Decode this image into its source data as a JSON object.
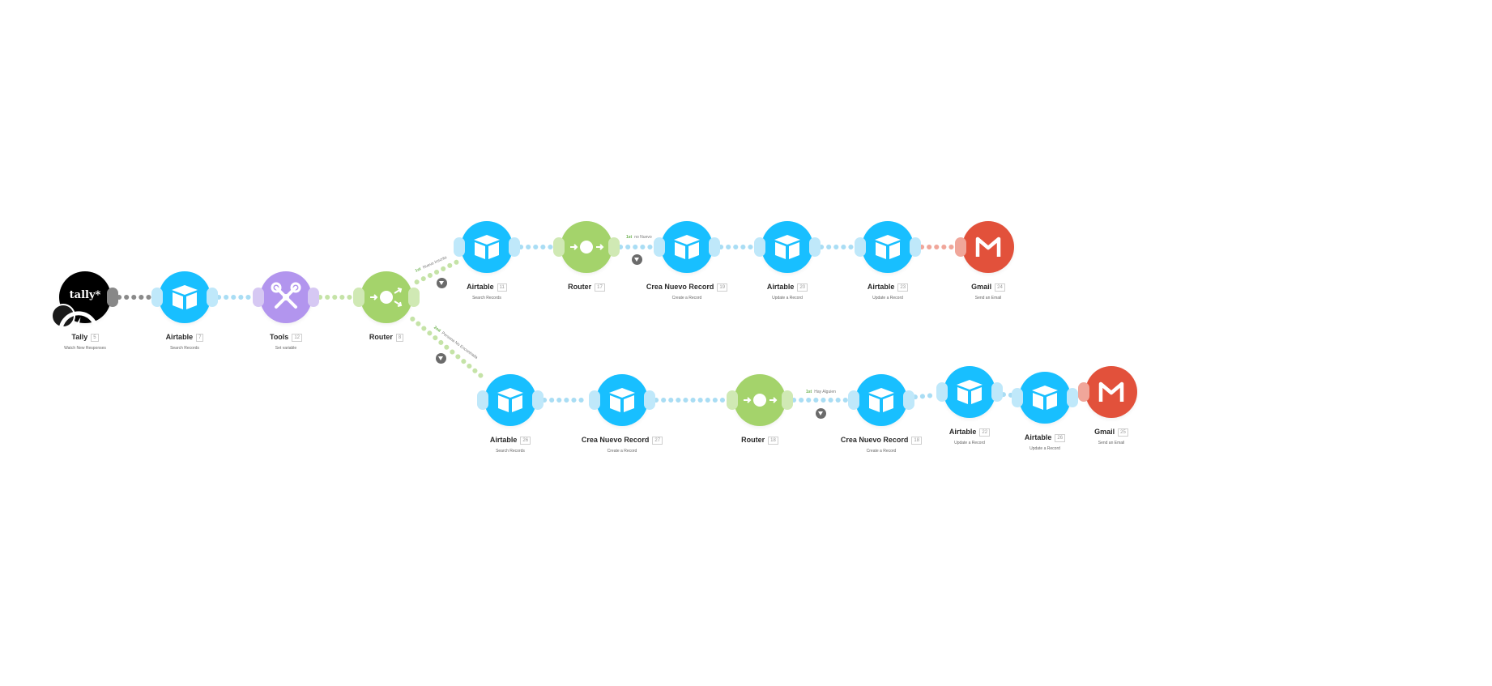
{
  "colors": {
    "airtable": "#18bfff",
    "tools": "#b295ee",
    "router": "#a4d36b",
    "gmail": "#e2513b",
    "tally": "#000000",
    "connector_blue": "#a9ddf4",
    "connector_green": "#c5e3a7",
    "connector_gray": "#8a8a8a",
    "connector_red": "#f0a69a"
  },
  "modules": [
    {
      "id": "tally",
      "app": "Tally",
      "num": "5",
      "desc": "Watch New Responses",
      "icon": "tally-logo",
      "kind": "tally"
    },
    {
      "id": "air7",
      "app": "Airtable",
      "num": "7",
      "desc": "Search Records",
      "icon": "airtable-icon",
      "kind": "airtable"
    },
    {
      "id": "tools",
      "app": "Tools",
      "num": "12",
      "desc": "Set variable",
      "icon": "tools-icon",
      "kind": "tools"
    },
    {
      "id": "router1",
      "app": "Router",
      "num": "8",
      "desc": "",
      "icon": "router-icon",
      "kind": "router"
    },
    {
      "id": "air11",
      "app": "Airtable",
      "num": "11",
      "desc": "Search Records",
      "icon": "airtable-icon",
      "kind": "airtable"
    },
    {
      "id": "router2",
      "app": "Router",
      "num": "17",
      "desc": "",
      "icon": "router-icon",
      "kind": "router"
    },
    {
      "id": "crea19",
      "app": "Crea Nuevo Record",
      "num": "19",
      "desc": "Create a Record",
      "icon": "airtable-icon",
      "kind": "airtable"
    },
    {
      "id": "air20",
      "app": "Airtable",
      "num": "20",
      "desc": "Update a Record",
      "icon": "airtable-icon",
      "kind": "airtable"
    },
    {
      "id": "air23",
      "app": "Airtable",
      "num": "23",
      "desc": "Update a Record",
      "icon": "airtable-icon",
      "kind": "airtable"
    },
    {
      "id": "gmail24",
      "app": "Gmail",
      "num": "24",
      "desc": "Send an Email",
      "icon": "gmail-icon",
      "kind": "gmail"
    },
    {
      "id": "air26",
      "app": "Airtable",
      "num": "26",
      "desc": "Search Records",
      "icon": "airtable-icon",
      "kind": "airtable"
    },
    {
      "id": "crea27",
      "app": "Crea Nuevo Record",
      "num": "27",
      "desc": "Create a Record",
      "icon": "airtable-icon",
      "kind": "airtable"
    },
    {
      "id": "router3",
      "app": "Router",
      "num": "18",
      "desc": "",
      "icon": "router-icon",
      "kind": "router"
    },
    {
      "id": "crea18",
      "app": "Crea Nuevo Record",
      "num": "18",
      "desc": "Create a Record",
      "icon": "airtable-icon",
      "kind": "airtable"
    },
    {
      "id": "air22",
      "app": "Airtable",
      "num": "22",
      "desc": "Update a Record",
      "icon": "airtable-icon",
      "kind": "airtable"
    },
    {
      "id": "air26b",
      "app": "Airtable",
      "num": "26",
      "desc": "Update a Record",
      "icon": "airtable-icon",
      "kind": "airtable"
    },
    {
      "id": "gmail25",
      "app": "Gmail",
      "num": "25",
      "desc": "Send an Email",
      "icon": "gmail-icon",
      "kind": "gmail"
    }
  ],
  "connections": [
    {
      "from": "tally",
      "to": "air7",
      "color": "connector_gray"
    },
    {
      "from": "air7",
      "to": "tools",
      "color": "connector_blue"
    },
    {
      "from": "tools",
      "to": "router1",
      "color": "connector_green"
    },
    {
      "from": "router1",
      "to": "air11",
      "color": "connector_green"
    },
    {
      "from": "router1",
      "to": "air26",
      "color": "connector_green"
    },
    {
      "from": "air11",
      "to": "router2",
      "color": "connector_blue"
    },
    {
      "from": "router2",
      "to": "crea19",
      "color": "connector_blue"
    },
    {
      "from": "crea19",
      "to": "air20",
      "color": "connector_blue"
    },
    {
      "from": "air20",
      "to": "air23",
      "color": "connector_blue"
    },
    {
      "from": "air23",
      "to": "gmail24",
      "color": "connector_red"
    },
    {
      "from": "air26",
      "to": "crea27",
      "color": "connector_blue"
    },
    {
      "from": "crea27",
      "to": "router3",
      "color": "connector_blue"
    },
    {
      "from": "router3",
      "to": "crea18",
      "color": "connector_blue"
    },
    {
      "from": "crea18",
      "to": "air22",
      "color": "connector_blue"
    },
    {
      "from": "air22",
      "to": "air26b",
      "color": "connector_blue"
    },
    {
      "from": "air26b",
      "to": "gmail25",
      "color": "connector_red"
    }
  ],
  "routes": [
    {
      "id": "r1",
      "ord": "1st",
      "label": "Nuevo Inscrito"
    },
    {
      "id": "r2",
      "ord": "2nd",
      "label": "Persona No Encontrada"
    },
    {
      "id": "r3",
      "ord": "1st",
      "label": "no Nuevo"
    },
    {
      "id": "r4",
      "ord": "1st",
      "label": "Hay Alguien"
    }
  ],
  "tally_logo_text": "tally*"
}
